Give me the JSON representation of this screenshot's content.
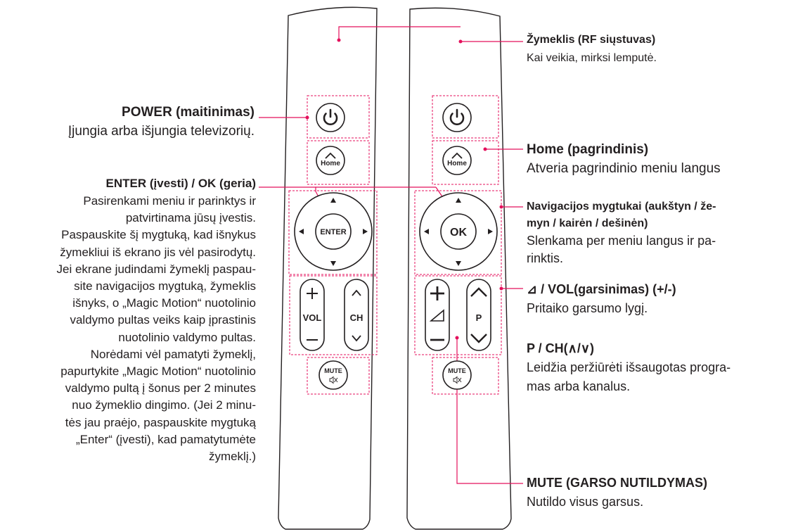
{
  "remote_a": {
    "power_icon": "power-icon",
    "home_label": "Home",
    "enter_label": "ENTER",
    "vol_label": "VOL",
    "ch_label": "CH",
    "mute_label": "MUTE",
    "mute_icon": "speaker-mute-icon"
  },
  "remote_b": {
    "power_icon": "power-icon",
    "home_label": "Home",
    "ok_label": "OK",
    "p_label": "P",
    "mute_label": "MUTE",
    "mute_icon": "speaker-mute-icon",
    "volume_icon": "volume-triangle-icon"
  },
  "labels": {
    "power_title": "POWER (maitinimas)",
    "power_desc": "Įjungia arba išjungia televizorių.",
    "enter_title": "ENTER (įvesti) / OK (geria)",
    "enter_desc": [
      "Pasirenkami meniu ir parinktys ir",
      "patvirtinama jūsų įvestis.",
      "Paspauskite šį mygtuką, kad išnykus",
      "žymekliui iš ekrano jis vėl pasirodytų.",
      "Jei ekrane judindami žymeklį paspau-",
      "site navigacijos mygtuką, žymeklis",
      "išnyks, o „Magic Motion“ nuotolinio",
      "valdymo pultas veiks kaip įprastinis",
      "nuotolinio valdymo pultas.",
      "Norėdami vėl pamatyti žymeklį,",
      "papurtykite „Magic Motion“ nuotolinio",
      "valdymo pultą į šonus per 2 minutes",
      "nuo žymeklio dingimo. (Jei 2 minu-",
      "tės jau praėjo, paspauskite mygtuką",
      "„Enter“ (įvesti), kad pamatytumėte",
      "žymeklį.)"
    ],
    "pointer_title": "Žymeklis (RF siųstuvas)",
    "pointer_desc": "Kai veikia, mirksi lemputė.",
    "home_title": "Home (pagrindinis)",
    "home_desc": "Atveria pagrindinio meniu langus",
    "nav_title_1": "Navigacijos mygtukai (aukštyn / že-",
    "nav_title_2": "myn / kairėn / dešinėn)",
    "nav_desc_1": "Slenkama per meniu langus ir pa-",
    "nav_desc_2": "rinktis.",
    "vol_title": "⊿ / VOL(garsinimas) (+/-)",
    "vol_desc": "Pritaiko garsumo lygį.",
    "ch_title": "P / CH(∧/∨)",
    "ch_desc_1": "Leidžia peržiūrėti išsaugotas progra-",
    "ch_desc_2": "mas arba kanalus.",
    "mute_title": "MUTE (GARSO NUTILDYMAS)",
    "mute_desc": "Nutildo visus garsus."
  },
  "colors": {
    "leader": "#e4105c",
    "outline": "#231f20",
    "text": "#231f20"
  }
}
